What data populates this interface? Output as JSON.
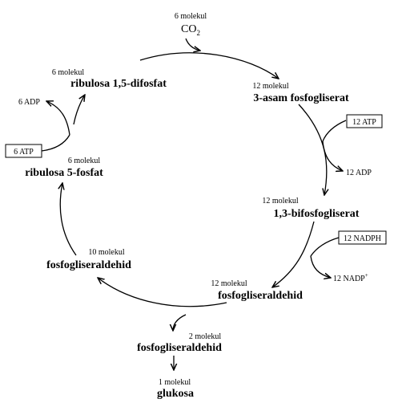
{
  "co2": {
    "count": "6 molekul",
    "formula": "CO",
    "subscript": "2"
  },
  "rubp": {
    "count": "6 molekul",
    "name": "ribulosa 1,5-difosfat"
  },
  "pga": {
    "count": "12 molekul",
    "name": "3-asam fosfogliserat"
  },
  "bpg": {
    "count": "12 molekul",
    "name": "1,3-bifosfogliserat"
  },
  "g3p12": {
    "count": "12 molekul",
    "name": "fosfogliseraldehid"
  },
  "g3p10": {
    "count": "10 molekul",
    "name": "fosfogliseraldehid"
  },
  "g3p2": {
    "count": "2 molekul",
    "name": "fosfogliseraldehid"
  },
  "glucose": {
    "count": "1 molekul",
    "name": "glukosa"
  },
  "ru5p": {
    "count": "6 molekul",
    "name": "ribulosa 5-fosfat"
  },
  "inputs": {
    "atp12": "12 ATP",
    "nadph12": "12 NADPH",
    "atp6": "6 ATP"
  },
  "outputs": {
    "adp12": "12 ADP",
    "nadp12": "12 NADP",
    "nadp_sup": "+",
    "adp6": "6 ADP"
  }
}
